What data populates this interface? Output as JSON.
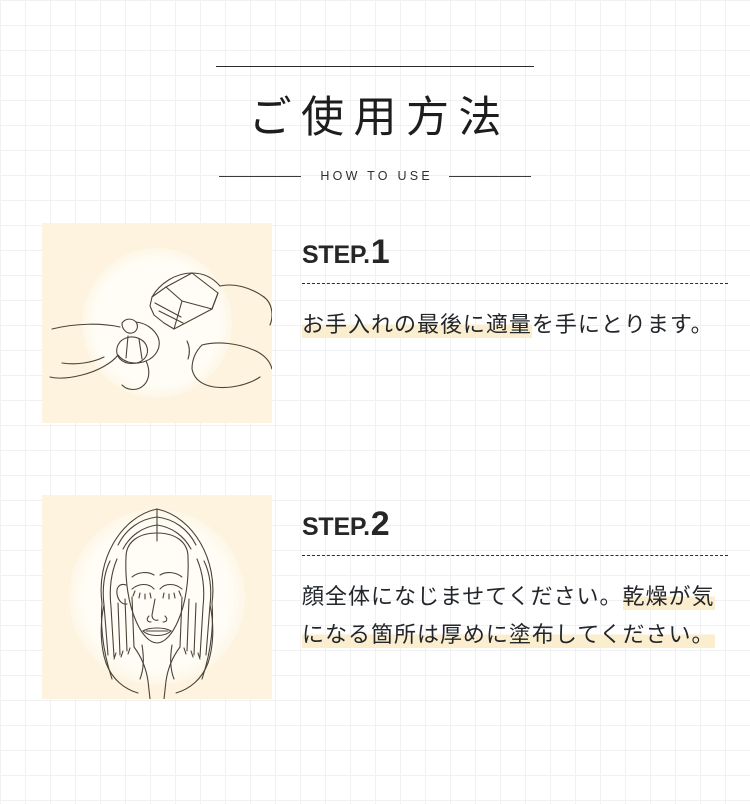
{
  "header": {
    "title": "ご使用方法",
    "subtitle": "HOW TO USE"
  },
  "steps": [
    {
      "label": "STEP.",
      "number": "1",
      "illustration": "hands-dispensing-product-illustration",
      "text_highlighted": "お手入れの最後に適量",
      "text_rest": "を手にとります。"
    },
    {
      "label": "STEP.",
      "number": "2",
      "illustration": "face-applying-cream-illustration",
      "text_plain": "顔全体になじませてください。",
      "text_highlighted": "乾燥が気になる箇所は厚めに塗布してください。"
    }
  ],
  "colors": {
    "page_background": "#ffffff",
    "grid_line": "#f1f1f3",
    "figure_background": "#fdf3df",
    "highlight": "#fbeecf",
    "line_art": "#4a4337",
    "text": "#22252a",
    "rule": "#2b2b2b"
  }
}
